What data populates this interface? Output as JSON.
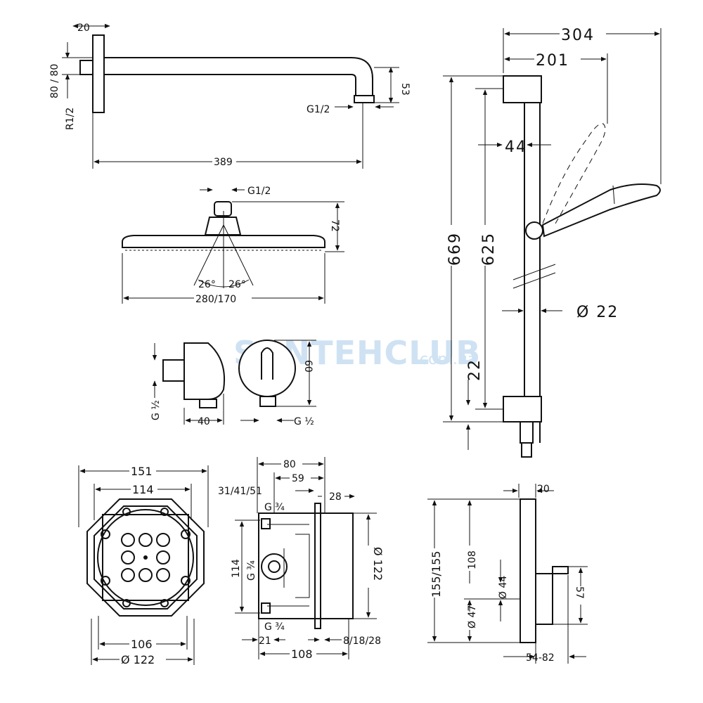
{
  "watermark": {
    "brand": "SANTEHCLUB",
    "domain": ".com.ua"
  },
  "wall_arm": {
    "width": "20",
    "height": "80 / 80",
    "inlet": "R1/2",
    "drop": "53",
    "outlet": "G1/2",
    "length": "389"
  },
  "head": {
    "inlet": "G1/2",
    "height": "72",
    "angle_left": "26°",
    "angle_right": "26°",
    "diameter": "280/170"
  },
  "outlet": {
    "thread": "G ½",
    "depth": "40",
    "thread_right": "G ½",
    "height": "60"
  },
  "rail": {
    "total_width": "304",
    "handshower_width": "201",
    "offset": "44",
    "height": "669",
    "bar_height": "625",
    "diameter": "Ø 22",
    "bottom": "22"
  },
  "ibox": {
    "outer": "151",
    "inner": "114",
    "bottom_width": "106",
    "diameter": "Ø 122"
  },
  "body_side": {
    "width": "80",
    "mid_width": "59",
    "depth_options": "31/41/51",
    "depth": "28",
    "port_top": "G ¾",
    "port_mid": "G ¾",
    "port_bottom": "G ¾",
    "height": "114",
    "diameter": "Ø 122",
    "bottom_left": "21",
    "bottom_right": "8/18/28",
    "length": "108"
  },
  "thermostat": {
    "depth": "20",
    "height": "155/155",
    "height_inner": "108",
    "knob": "Ø 44",
    "knob_offset": "Ø 47",
    "knob_height": "57",
    "projection": "54-82"
  }
}
